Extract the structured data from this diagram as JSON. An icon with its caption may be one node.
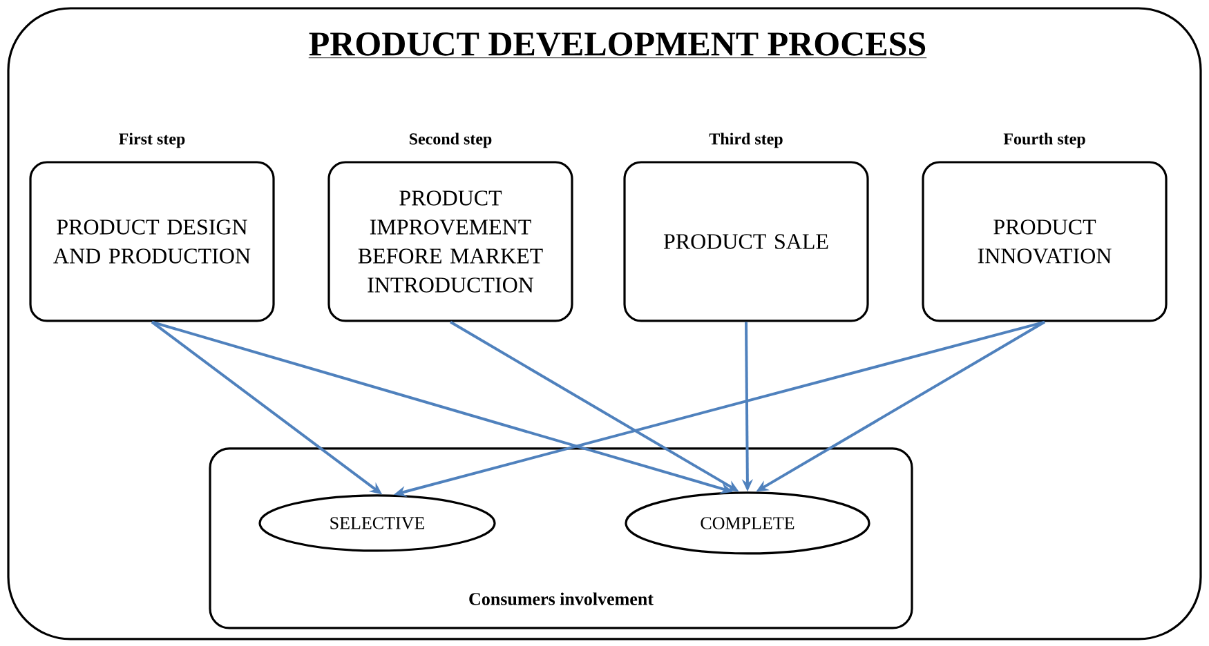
{
  "diagram": {
    "title": "PRODUCT DEVELOPMENT PROCESS",
    "nodes": [
      {
        "text": [
          "First step",
          "PRODUCT DESIGN AND PRODUCTION"
        ]
      },
      {
        "text": [
          "Second step",
          "PRODUCT IMPROVEMENT BEFORE MARKET INTRODUCTION"
        ]
      },
      {
        "text": [
          "Third step",
          "PRODUCT SALE"
        ]
      },
      {
        "text": [
          "Fourth step",
          "PRODUCT INNOVATION"
        ]
      },
      {
        "text": [
          "Consumers involvement"
        ]
      },
      {
        "text": [
          "SELECTIVE"
        ],
        "in": 4
      },
      {
        "text": [
          "COMPLETE"
        ],
        "in": 4
      }
    ],
    "edges": [
      {
        "from": 0,
        "to": 5,
        "arrow": "to"
      },
      {
        "from": 0,
        "to": 6,
        "arrow": "to"
      },
      {
        "from": 1,
        "to": 6,
        "arrow": "to"
      },
      {
        "from": 2,
        "to": 6,
        "arrow": "to"
      },
      {
        "from": 3,
        "to": 5,
        "arrow": "to"
      },
      {
        "from": 3,
        "to": 6,
        "arrow": "to"
      }
    ]
  }
}
